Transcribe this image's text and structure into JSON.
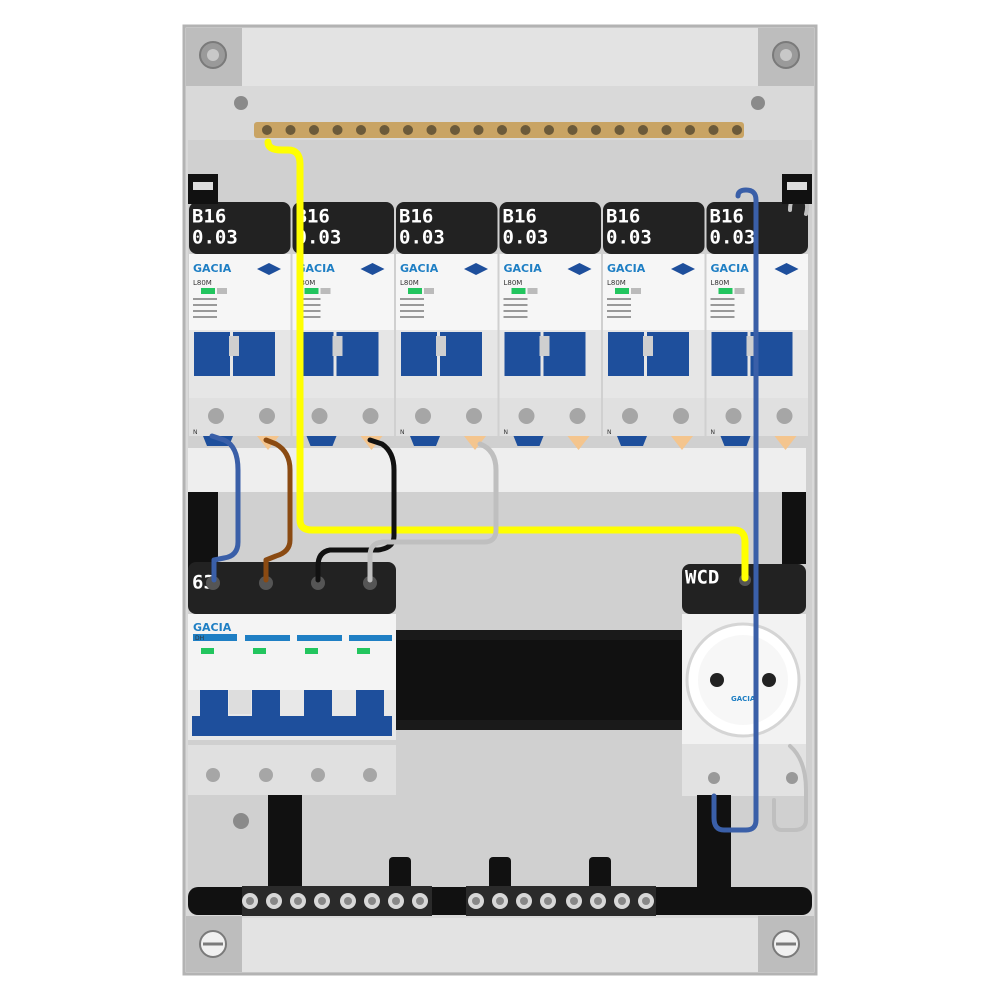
{
  "board": {
    "brand": "GACIA",
    "rcbo": {
      "model": "L80M",
      "modules": [
        {
          "rating": "B16",
          "sensitivity": "0.03"
        },
        {
          "rating": "B16",
          "sensitivity": "0.03"
        },
        {
          "rating": "B16",
          "sensitivity": "0.03"
        },
        {
          "rating": "B16",
          "sensitivity": "0.03"
        },
        {
          "rating": "B16",
          "sensitivity": "0.03"
        },
        {
          "rating": "B16",
          "sensitivity": "0.03"
        }
      ]
    },
    "main_switch": {
      "label": "63",
      "type_code": "DH"
    },
    "socket": {
      "label": "WCD",
      "brand": "GACIA"
    },
    "terminal_mark": "N"
  },
  "colors": {
    "enclosure": "#d9d9d9",
    "enclosure_border": "#b3b3b3",
    "label_band": "#222222",
    "breaker_blue": "#1e4f9c",
    "brand_blue": "#1f7fc4",
    "busbar_brass": "#c9a464",
    "wire_yellow": "#ffff00",
    "wire_blue": "#3a5fa8",
    "wire_brown": "#8a4a12",
    "wire_black": "#111111",
    "wire_grey": "#bfbfbf",
    "status_green": "#22c55e"
  }
}
